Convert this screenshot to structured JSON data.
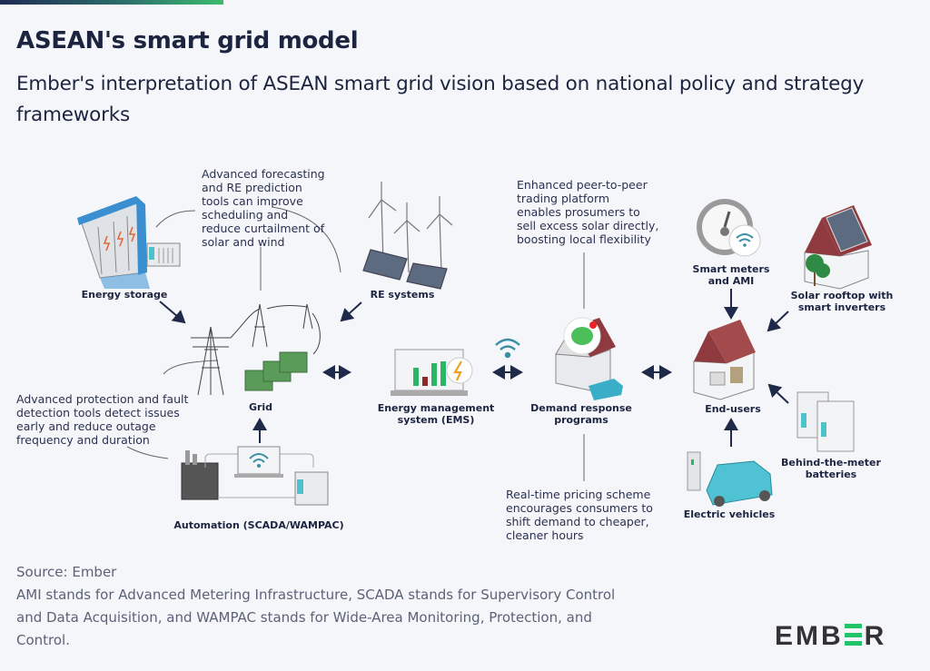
{
  "header": {
    "title": "ASEAN's smart grid model",
    "subtitle": "Ember's interpretation of ASEAN smart grid vision based on national policy and strategy frameworks"
  },
  "components": {
    "energy_storage": "Energy storage",
    "re_systems": "RE systems",
    "grid": "Grid",
    "automation": "Automation (SCADA/WAMPAC)",
    "ems_line1": "Energy management",
    "ems_line2": "system (EMS)",
    "demand_line1": "Demand response",
    "demand_line2": "programs",
    "smart_meters_line1": "Smart meters",
    "smart_meters_line2": "and AMI",
    "solar_rooftop_line1": "Solar rooftop with",
    "solar_rooftop_line2": "smart inverters",
    "end_users": "End-users",
    "btm_line1": "Behind-the-meter",
    "btm_line2": "batteries",
    "electric_vehicles": "Electric vehicles"
  },
  "annotations": {
    "forecasting": [
      "Advanced forecasting",
      "and RE prediction",
      "tools can improve",
      "scheduling and",
      "reduce curtailment of",
      "solar and wind"
    ],
    "protection": [
      "Advanced protection and fault",
      "detection tools detect issues",
      "early and reduce outage",
      "frequency and duration"
    ],
    "p2p": [
      "Enhanced peer-to-peer",
      "trading platform",
      "enables prosumers to",
      "sell excess solar directly,",
      "boosting local flexibility"
    ],
    "pricing": [
      "Real-time pricing scheme",
      "encourages consumers to",
      "shift demand to cheaper,",
      "cleaner hours"
    ]
  },
  "footer": {
    "source": "Source: Ember",
    "note_lines": [
      "AMI stands for Advanced Metering Infrastructure, SCADA stands for Supervisory Control",
      "and Data Acquisition, and WAMPAC stands for Wide-Area Monitoring, Protection, and",
      "Control."
    ],
    "logo_left": "EMB",
    "logo_right": "R"
  },
  "colors": {
    "title": "#1c2440",
    "roof": "#8f3a3f",
    "grid_green": "#5a9b5a",
    "teal": "#3a8fa3",
    "car": "#4fc3d4",
    "brand_green": "#22c46a"
  }
}
